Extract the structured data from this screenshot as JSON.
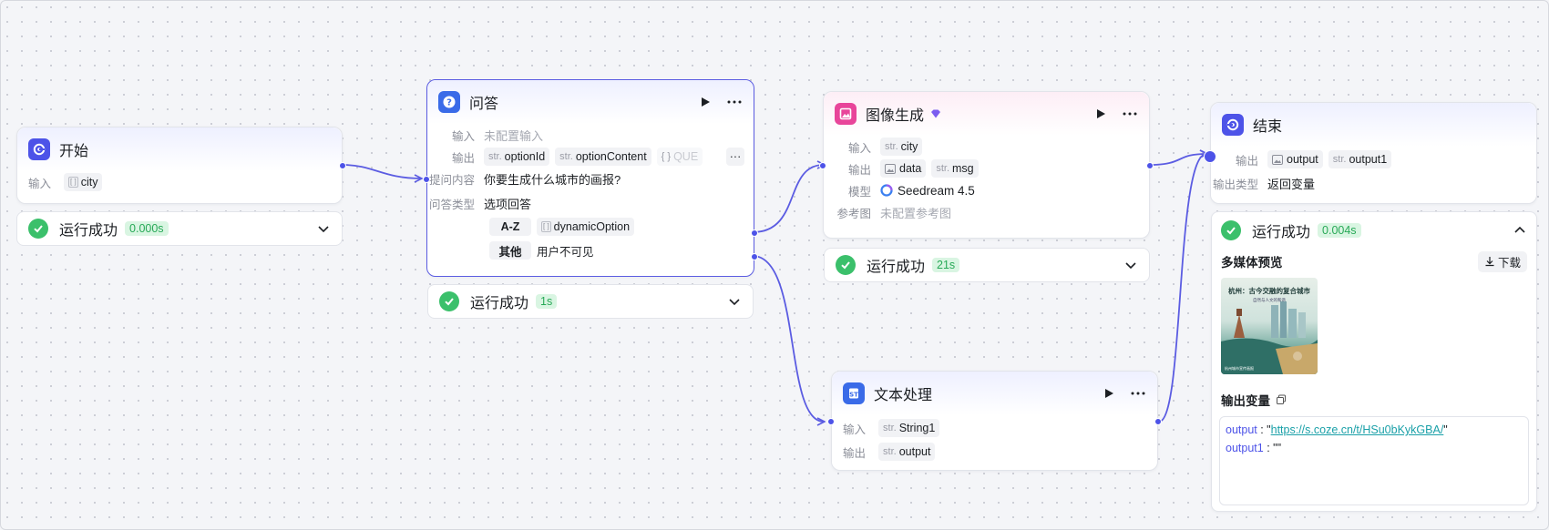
{
  "colors": {
    "accent": "#4d53e8",
    "success": "#3bc06b",
    "edge": "#5b5ce2"
  },
  "start": {
    "title": "开始",
    "input_label": "输入",
    "input_var": "city",
    "status": "运行成功",
    "time": "0.000s"
  },
  "qa": {
    "title": "问答",
    "input_label": "输入",
    "input_value": "未配置输入",
    "output_label": "输出",
    "outputs": [
      "optionId",
      "optionContent",
      "QUE"
    ],
    "more": "···",
    "question_label": "提问内容",
    "question": "你要生成什么城市的画报?",
    "type_label": "问答类型",
    "type": "选项回答",
    "opt1_key": "A-Z",
    "opt1_val": "dynamicOption",
    "opt2_key": "其他",
    "opt2_val": "用户不可见",
    "status": "运行成功",
    "time": "1s"
  },
  "img": {
    "title": "图像生成",
    "input_label": "输入",
    "input_var": "city",
    "output_label": "输出",
    "out1": "data",
    "out2": "msg",
    "model_label": "模型",
    "model": "Seedream 4.5",
    "ref_label": "参考图",
    "ref_value": "未配置参考图",
    "status": "运行成功",
    "time": "21s"
  },
  "text": {
    "title": "文本处理",
    "input_label": "输入",
    "input_var": "String1",
    "output_label": "输出",
    "output_var": "output"
  },
  "end": {
    "title": "结束",
    "output_label": "输出",
    "out1": "output",
    "out2": "output1",
    "type_label": "输出类型",
    "type_value": "返回变量",
    "status": "运行成功",
    "time": "0.004s",
    "media_label": "多媒体预览",
    "download": "下载",
    "poster_title": "杭州：古今交融的复合城市",
    "poster_sub": "自然与人文的和谐",
    "poster_foot": "杭州城市宣传画报",
    "vars_label": "输出变量",
    "line1_key": "output",
    "line1_sep": " : \"",
    "line1_url": "https://s.coze.cn/t/HSu0bKykGBA/",
    "line1_end": "\"",
    "line2_key": "output1",
    "line2_rest": " : \"\""
  },
  "type_str": "str.",
  "type_list": "[ ]"
}
